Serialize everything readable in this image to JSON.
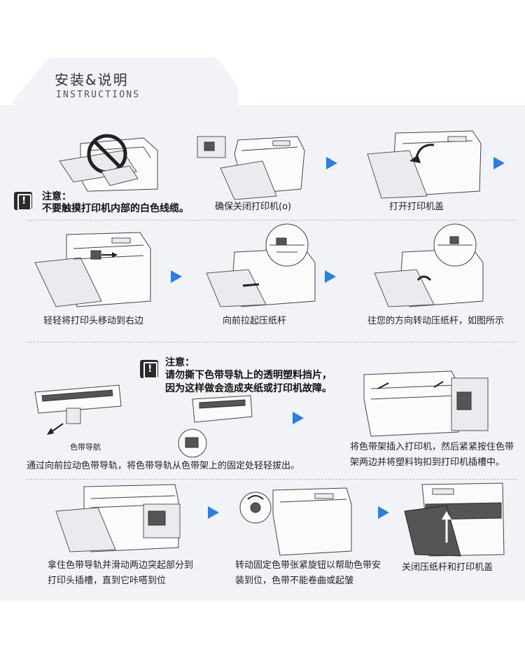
{
  "header": {
    "title": "安装&说明",
    "subtitle": "INSTRUCTIONS"
  },
  "notes": {
    "note1_title": "注意：",
    "note1_body": "不要触摸打印机内部的白色线缆。",
    "note2_title": "注意：",
    "note2_line1": "请勿撕下色带导轨上的透明塑料挡片，",
    "note2_line2": "因为这样做会造成夹纸或打印机故障。"
  },
  "steps": {
    "row1": [
      "确保关闭打印机(o)",
      "打开打印机盖"
    ],
    "row2": [
      "轻轻将打印头移动到右边",
      "向前拉起压纸杆",
      "往您的方向转动压纸杆，如图所示"
    ],
    "row3_label": "色带导航",
    "row3_left": "通过向前拉动色带导轨，将色带导轨从色带架上的固定处轻轻拔出。",
    "row3_right": "将色带架插入打印机，然后紧紧按住色带架两边并将塑料钩扣到打印机插槽中。",
    "row4": [
      "拿住色带导轨并滑动两边突起部分到打印头插槽，直到它咔嗒到位",
      "转动固定色带张紧旋钮以帮助色带安装到位，色带不能卷曲或起皱",
      "关闭压纸杆和打印机盖"
    ]
  },
  "icons": {
    "warning": "warning-icon",
    "arrow": "arrow-right-icon",
    "accent_color": "#2a7fe0",
    "panel_color": "#f1f3f7"
  }
}
